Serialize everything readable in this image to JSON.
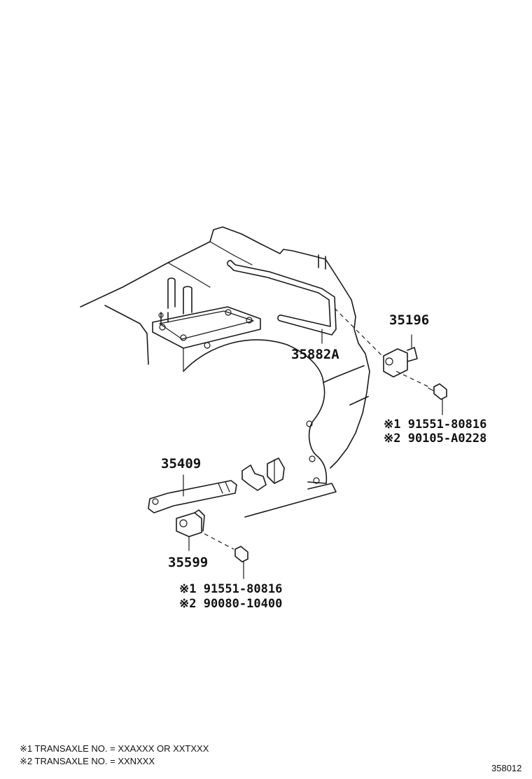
{
  "parts": {
    "p35196": "35196",
    "p35882A": "35882A",
    "p35409": "35409",
    "p35599": "35599"
  },
  "bolt_upper": {
    "line1": "※1 91551-80816",
    "line2": "※2 90105-A0228"
  },
  "bolt_lower": {
    "line1": "※1 91551-80816",
    "line2": "※2 90080-10400"
  },
  "footnotes": {
    "note1": "※1 TRANSAXLE NO. = XXAXXX OR XXTXXX",
    "note2": "※2 TRANSAXLE NO. = XXNXXX"
  },
  "diagram_id": "358012"
}
